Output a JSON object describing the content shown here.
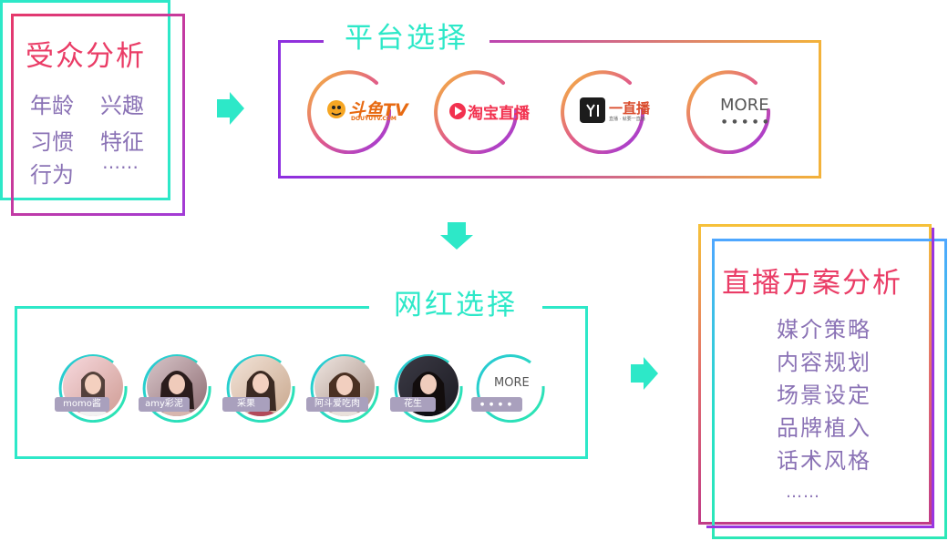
{
  "audience": {
    "title": "受众分析",
    "items": [
      "年龄",
      "兴趣",
      "习惯",
      "特征",
      "行为",
      "……"
    ]
  },
  "platform": {
    "title": "平台选择",
    "logos": [
      {
        "name": "斗鱼TV",
        "sub": "DOUYUTV.COM"
      },
      {
        "name": "淘宝直播"
      },
      {
        "name": "一直播",
        "sub": "直播 · 就要一直播"
      },
      {
        "name": "MORE",
        "sub": "● ● ● ● ●"
      }
    ]
  },
  "influencer": {
    "title": "网红选择",
    "people": [
      "momo酱",
      "amy彩泥",
      "采果",
      "阿斗爱吃肉",
      "花生"
    ],
    "more": "MORE",
    "more_dots": "● ● ● ●"
  },
  "plan": {
    "title": "直播方案分析",
    "items": [
      "媒介策略",
      "内容规划",
      "场景设定",
      "品牌植入",
      "话术风格"
    ],
    "dots": "……"
  },
  "colors": {
    "teal": "#2de8c8",
    "pink": "#ea3c66",
    "purple_text": "#8a72b5",
    "purple": "#8d2fe0",
    "orange": "#f3b23a"
  }
}
